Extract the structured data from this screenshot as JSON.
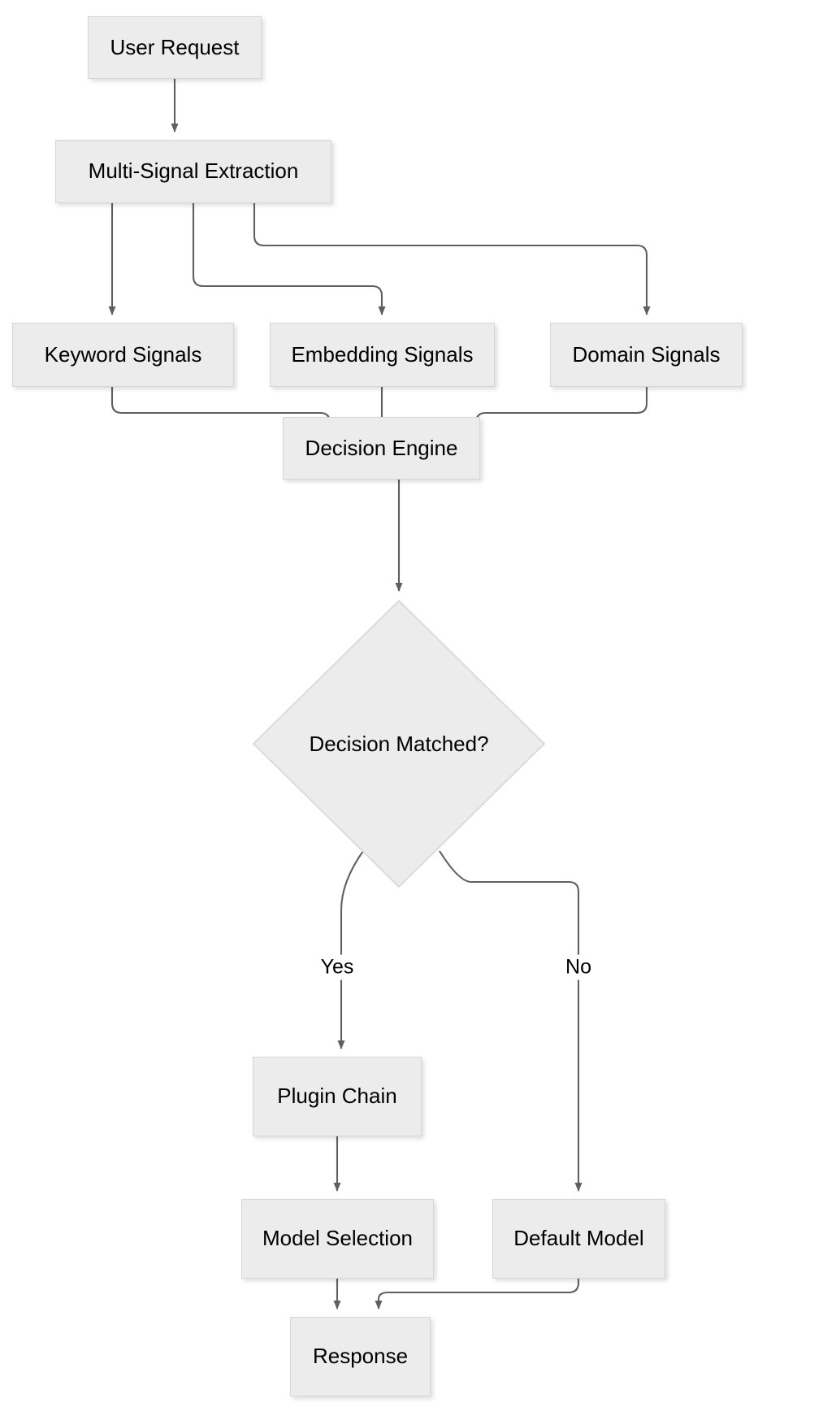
{
  "diagram": {
    "type": "flowchart",
    "orientation": "top-down",
    "title": "",
    "colors": {
      "node_fill": "#ececec",
      "node_stroke": "#d6d6d6",
      "edge_stroke": "#5f5f5f",
      "text": "#000000",
      "background": "#ffffff"
    },
    "nodes": [
      {
        "id": "user_request",
        "label": "User Request",
        "shape": "rect"
      },
      {
        "id": "multi_signal",
        "label": "Multi-Signal Extraction",
        "shape": "rect"
      },
      {
        "id": "keyword",
        "label": "Keyword Signals",
        "shape": "rect"
      },
      {
        "id": "embedding",
        "label": "Embedding Signals",
        "shape": "rect"
      },
      {
        "id": "domain",
        "label": "Domain Signals",
        "shape": "rect"
      },
      {
        "id": "decision_engine",
        "label": "Decision Engine",
        "shape": "rect"
      },
      {
        "id": "decision_match",
        "label": "Decision Matched?",
        "shape": "diamond"
      },
      {
        "id": "plugin_chain",
        "label": "Plugin Chain",
        "shape": "rect"
      },
      {
        "id": "model_selection",
        "label": "Model Selection",
        "shape": "rect"
      },
      {
        "id": "default_model",
        "label": "Default Model",
        "shape": "rect"
      },
      {
        "id": "response",
        "label": "Response",
        "shape": "rect"
      }
    ],
    "edges": [
      {
        "from": "user_request",
        "to": "multi_signal",
        "label": ""
      },
      {
        "from": "multi_signal",
        "to": "keyword",
        "label": ""
      },
      {
        "from": "multi_signal",
        "to": "embedding",
        "label": ""
      },
      {
        "from": "multi_signal",
        "to": "domain",
        "label": ""
      },
      {
        "from": "keyword",
        "to": "decision_engine",
        "label": ""
      },
      {
        "from": "embedding",
        "to": "decision_engine",
        "label": ""
      },
      {
        "from": "domain",
        "to": "decision_engine",
        "label": ""
      },
      {
        "from": "decision_engine",
        "to": "decision_match",
        "label": ""
      },
      {
        "from": "decision_match",
        "to": "plugin_chain",
        "label": "Yes"
      },
      {
        "from": "decision_match",
        "to": "default_model",
        "label": "No"
      },
      {
        "from": "plugin_chain",
        "to": "model_selection",
        "label": ""
      },
      {
        "from": "model_selection",
        "to": "response",
        "label": ""
      },
      {
        "from": "default_model",
        "to": "response",
        "label": ""
      }
    ],
    "edge_labels": {
      "yes": "Yes",
      "no": "No"
    }
  }
}
